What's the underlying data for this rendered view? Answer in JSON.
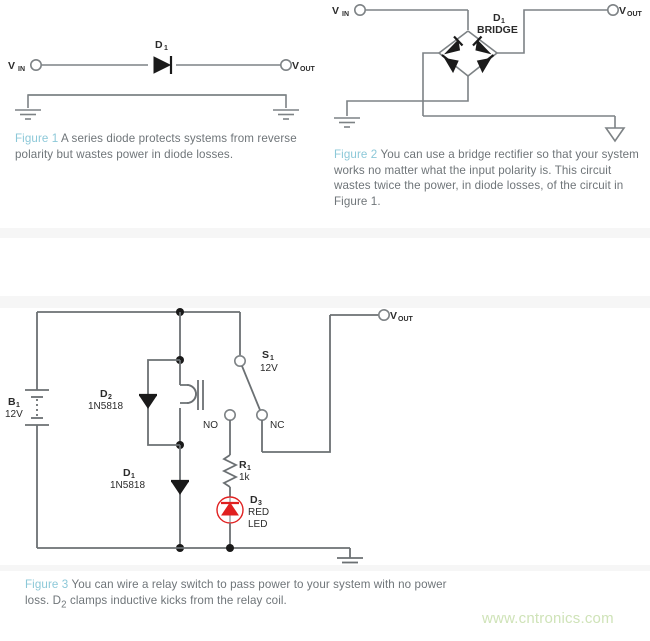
{
  "document": {
    "type": "electronics-article-figures",
    "watermark": "www.cntronics.com"
  },
  "figure1": {
    "id": "figure-1",
    "caption_label": "Figure 1",
    "caption_text": "A series diode protects systems from reverse polarity but wastes power in diode losses.",
    "labels": {
      "vin": "V",
      "vin_sub": "IN",
      "vout": "V",
      "vout_sub": "OUT",
      "d1": "D",
      "d1_sub": "1"
    },
    "components": [
      "series-diode-D1",
      "ground-left",
      "ground-right"
    ]
  },
  "figure2": {
    "id": "figure-2",
    "caption_label": "Figure 2",
    "caption_text": "You can use a bridge rectifier so that your system works no matter what the input polarity is. This circuit wastes twice the power, in diode losses, of the circuit in Figure 1.",
    "labels": {
      "vin": "V",
      "vin_sub": "IN",
      "vout": "V",
      "vout_sub": "OUT",
      "d1": "D",
      "d1_sub": "1",
      "bridge": "BRIDGE"
    },
    "components": [
      "bridge-rectifier",
      "ground-earth",
      "ground-triangle"
    ]
  },
  "figure3": {
    "id": "figure-3",
    "caption_label": "Figure 3",
    "caption_text_part1": "You can wire a relay switch to pass power to your system with no power loss. D",
    "caption_sub": "2",
    "caption_text_part2": " clamps inductive kicks from the relay coil.",
    "labels": {
      "b1": "B",
      "b1_sub": "1",
      "b1_value": "12V",
      "d2": "D",
      "d2_sub": "2",
      "d2_part": "1N5818",
      "d1": "D",
      "d1_sub": "1",
      "d1_part": "1N5818",
      "s1": "S",
      "s1_sub": "1",
      "s1_value": "12V",
      "no": "NO",
      "nc": "NC",
      "r1": "R",
      "r1_sub": "1",
      "r1_value": "1k",
      "d3": "D",
      "d3_sub": "3",
      "d3_color": "RED",
      "d3_type": "LED",
      "vout": "V",
      "vout_sub": "OUT"
    },
    "components": [
      "battery-B1",
      "diode-D2",
      "diode-D1",
      "relay-coil",
      "relay-switch-S1",
      "resistor-R1",
      "led-D3",
      "ground"
    ]
  },
  "colors": {
    "figure_label": "#8cc8d8",
    "caption_text": "#6f7579",
    "wire": "#7d8285",
    "led_red": "#e02020",
    "watermark": "#cfe3b8"
  }
}
